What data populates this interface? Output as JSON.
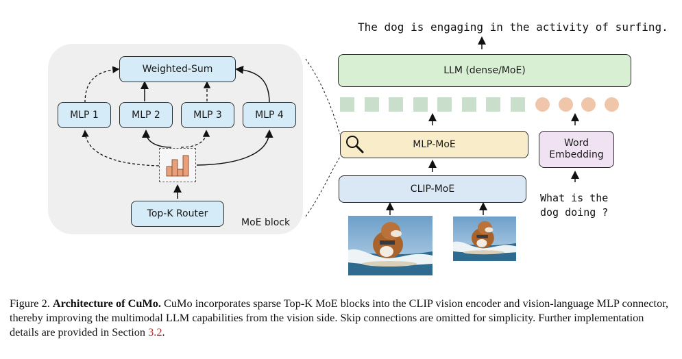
{
  "moe_block": {
    "label": "MoE block",
    "weighted_sum": "Weighted-Sum",
    "experts": [
      "MLP 1",
      "MLP 2",
      "MLP 3",
      "MLP 4"
    ],
    "router": "Top-K Router",
    "router_icon": "bar-chart-icon",
    "active_experts": [
      "MLP 2",
      "MLP 4"
    ],
    "inactive_experts": [
      "MLP 1",
      "MLP 3"
    ]
  },
  "pipeline": {
    "output_text": "The dog is engaging in the activity of surfing.",
    "llm_label": "LLM (dense/MoE)",
    "mlp_moe_label": "MLP-MoE",
    "mlp_moe_icon": "magnifier-icon",
    "clip_moe_label": "CLIP-MoE",
    "word_embedding_label_line1": "Word",
    "word_embedding_label_line2": "Embedding",
    "question_line1": "What is the",
    "question_line2": "dog doing ?",
    "visual_token_count": 8,
    "text_token_count": 4,
    "images": [
      "surfing-dog-image-large",
      "surfing-dog-image-small"
    ]
  },
  "caption": {
    "figure_label": "Figure 2.",
    "title": "Architecture of CuMo.",
    "body_part1": " CuMo incorporates sparse Top-K MoE blocks into the CLIP vision encoder and vision-language MLP connector, thereby improving the multimodal LLM capabilities from the vision side. Skip connections are omitted for simplicity. Further implementation details are provided in Section ",
    "section_ref": "3.2",
    "body_end": "."
  },
  "colors": {
    "moe_panel_bg": "#efefef",
    "expert_box": "#d5ebf7",
    "llm_box": "#d8efd3",
    "mlp_moe_box": "#f9ecc8",
    "clip_moe_box": "#dae8f6",
    "word_embedding_box": "#f0e2f3",
    "visual_token": "#c9dfcc",
    "text_token": "#f0c6aa",
    "router_bars": "#e8a07a",
    "section_ref": "#b0302a"
  }
}
